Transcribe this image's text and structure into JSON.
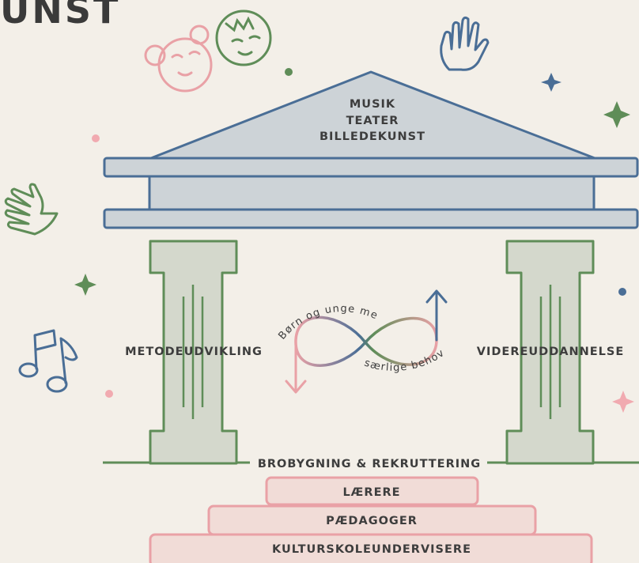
{
  "heading": "UNST",
  "roof": {
    "lines": [
      "MUSIK",
      "TEATER",
      "BILLEDEKUNST"
    ]
  },
  "pillars": {
    "left_label": "METODEUDVIKLING",
    "right_label": "VIDEREUDDANNELSE"
  },
  "center": {
    "arc_top": "Børn og unge med",
    "arc_bottom": "særlige behov"
  },
  "ground_label": "BROBYGNING & REKRUTTERING",
  "steps": [
    "LÆRERE",
    "PÆDAGOGER",
    "KULTURSKOLEUNDERVISERE"
  ],
  "colors": {
    "blue": "#4a6e96",
    "green": "#5f8d58",
    "pink": "#e9a1a6",
    "roof_fill": "#cdd3d7",
    "pillar_fill": "#d4d8cc",
    "step_fill": "#f1dcd7"
  },
  "icons": [
    "girl-face-icon",
    "boy-face-icon",
    "hand-icon",
    "music-notes-icon",
    "star-icon"
  ]
}
